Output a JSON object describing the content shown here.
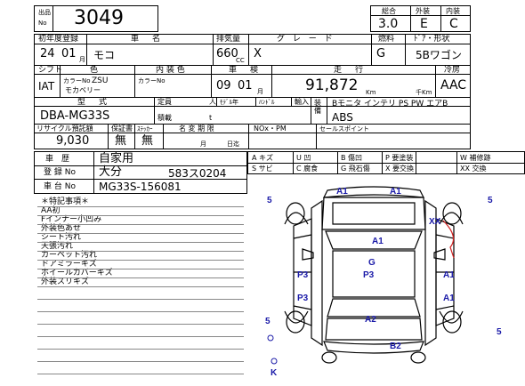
{
  "header": {
    "exhibit_label_1": "出品",
    "exhibit_label_2": "No",
    "exhibit_no": "3049",
    "score_label": "総合",
    "exterior_label": "外装",
    "interior_label": "内装",
    "score": "3.0",
    "exterior": "E",
    "interior": "C"
  },
  "row1": {
    "first_reg_label": "初年度登録",
    "name_label": "車　名",
    "displacement_label": "排気量",
    "grade_label": "グ レ ー ド",
    "fuel_label": "燃料",
    "door_label": "ﾄﾞｱ・形状",
    "year": "24",
    "month": "01",
    "month_unit": "月",
    "car_name": "モコ",
    "displacement": "660",
    "cc_unit": "CC",
    "grade": "X",
    "fuel": "G",
    "door_shape": "5Bワゴン"
  },
  "row2": {
    "shift_label": "シフト",
    "color_label": "色",
    "interior_color_label": "内 装 色",
    "inspection_label": "車　検",
    "mileage_label": "走　行",
    "ac_label": "冷房",
    "shift": "IAT",
    "color_no_label": "カラーNo",
    "color_no": "ZSU",
    "color_name": "モカベリー",
    "interior_color_no_label": "カラーNo",
    "inspection_year": "09",
    "inspection_month": "01",
    "inspection_month_unit": "月",
    "mileage": "91,872",
    "km_unit": "Km",
    "thousand_km_unit": "千Km",
    "ac": "AAC"
  },
  "row3": {
    "model_label": "型　式",
    "capacity_label": "定員",
    "capacity_unit": "人",
    "model_year_label": "ﾓﾃﾞﾙ年",
    "handle_label": "ﾊﾝﾄﾞﾙ",
    "import_label": "輸入",
    "equipment_label": "装備",
    "load_label": "積載",
    "load_unit": "t",
    "model": "DBA-MG33S",
    "equipment_line1": "Bモニタ インテリ PS PW エアB",
    "equipment_line2": "ABS"
  },
  "row4": {
    "recycle_label": "リサイクル預託額",
    "warranty_label": "保証書",
    "sticker_label": "ｽﾃｯｶｰ",
    "name_change_label": "名 変 期 限",
    "nox_label": "NOx・PM",
    "sales_point_label": "セールスポイント",
    "recycle_amount": "9,030",
    "warranty": "無",
    "sticker": "無",
    "month_unit": "月",
    "day_unit": "日迄"
  },
  "vehicle": {
    "history_label": "車　歴",
    "reg_no_label": "登 録 No",
    "chassis_no_label": "車 台 No",
    "history": "自家用",
    "reg_place": "大分",
    "reg_no": "583ス0204",
    "chassis_no": "MG33S-156081"
  },
  "legend": [
    [
      "A キズ",
      "U 凹",
      "P 要塗装",
      "W 補修跡"
    ],
    [
      "S サビ",
      "C 腐食",
      "G 飛石傷",
      "X 要交換",
      "XX 交換"
    ]
  ],
  "legend_b": "B 傷凹",
  "notes_title": "＊特記事項＊",
  "notes": [
    "AA初",
    "Fインナー小凹み",
    "外装色あせ",
    "シート汚れ",
    "天張汚れ",
    "カーペット汚れ",
    "ドアミラーキズ",
    "ホイールカバーキズ",
    "外装スリキズ"
  ],
  "diagram": {
    "marks": [
      "A1",
      "A1",
      "5",
      "XX",
      "5",
      "A1",
      "G",
      "P3",
      "P3",
      "A1",
      "P3",
      "A1",
      "A2",
      "5",
      "5",
      "B2",
      "K"
    ]
  },
  "colors": {
    "mark": "#1a1aa8",
    "line": "#000000",
    "red": "#d02020"
  }
}
